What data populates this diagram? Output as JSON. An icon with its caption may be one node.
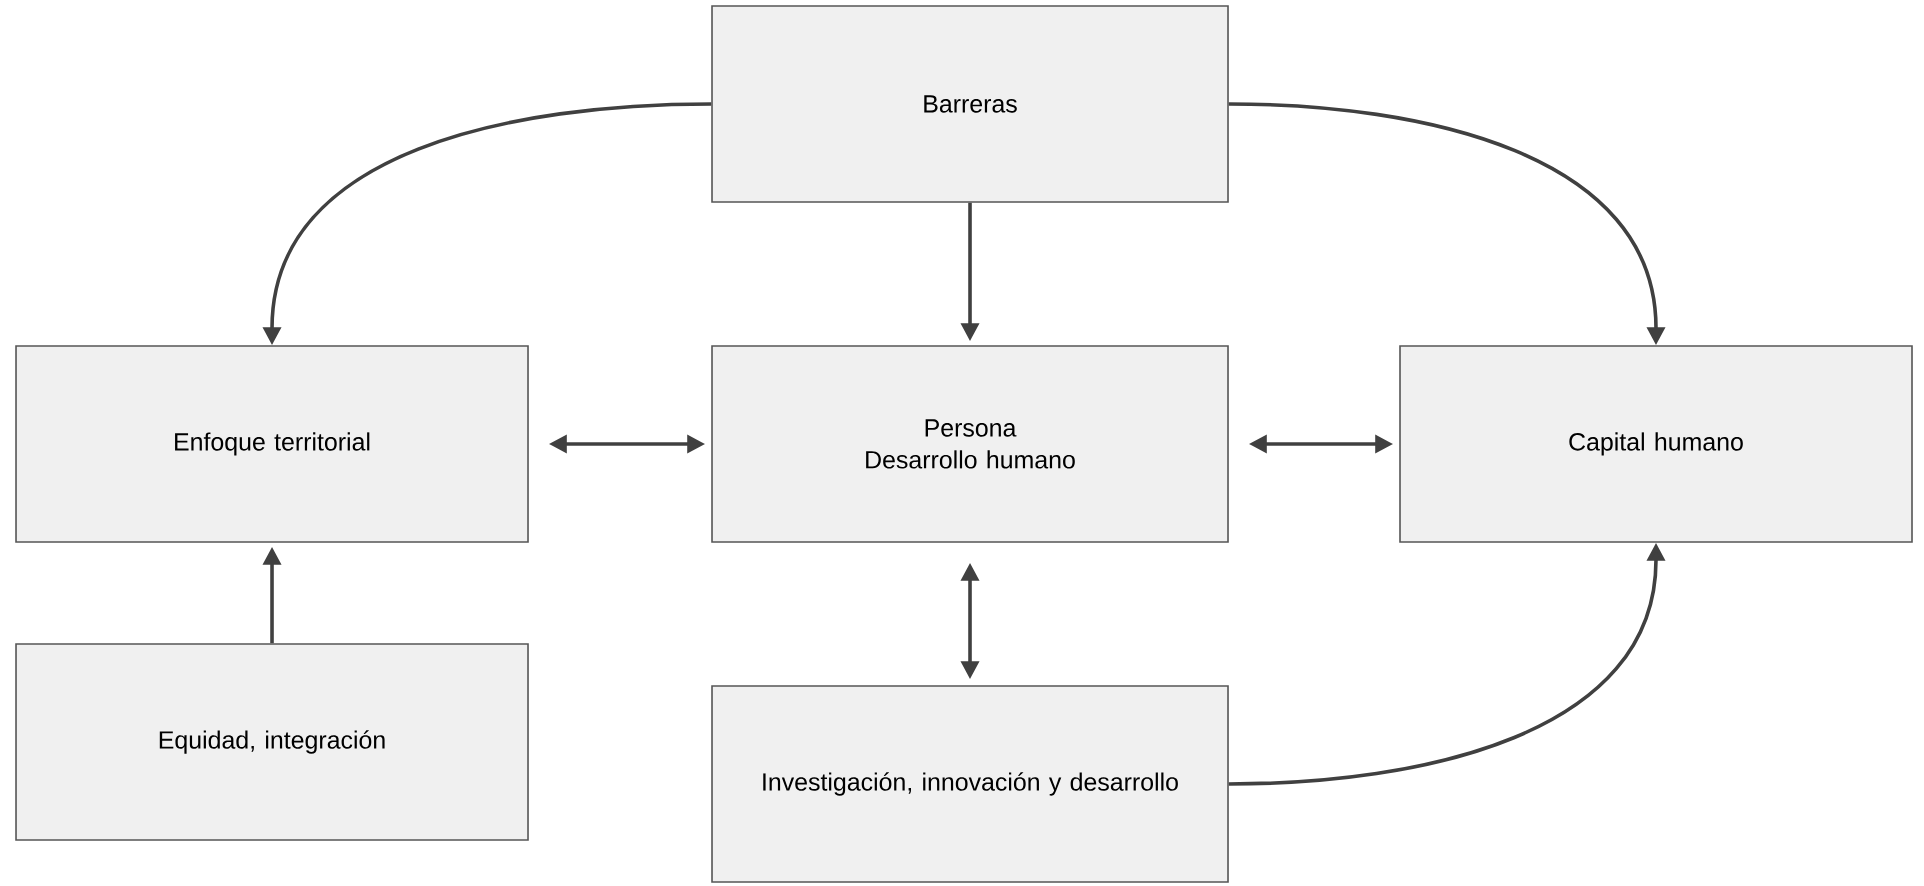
{
  "diagram": {
    "nodes": [
      {
        "text": [
          "Barreras"
        ]
      },
      {
        "text": [
          "Enfoque territorial"
        ]
      },
      {
        "text": [
          "Persona",
          "Desarrollo humano"
        ]
      },
      {
        "text": [
          "Capital humano"
        ]
      },
      {
        "text": [
          "Equidad, integración"
        ]
      },
      {
        "text": [
          "Investigación, innovación y desarrollo"
        ]
      }
    ],
    "edges": [
      {
        "from": 0,
        "to": 1,
        "arrow": "to"
      },
      {
        "from": 0,
        "to": 2,
        "arrow": "to"
      },
      {
        "from": 0,
        "to": 3,
        "arrow": "to"
      },
      {
        "from": 1,
        "to": 2,
        "arrow": "both"
      },
      {
        "from": 2,
        "to": 3,
        "arrow": "both"
      },
      {
        "from": 4,
        "to": 1,
        "arrow": "to"
      },
      {
        "from": 2,
        "to": 5,
        "arrow": "both"
      },
      {
        "from": 5,
        "to": 3,
        "arrow": "to"
      }
    ]
  }
}
